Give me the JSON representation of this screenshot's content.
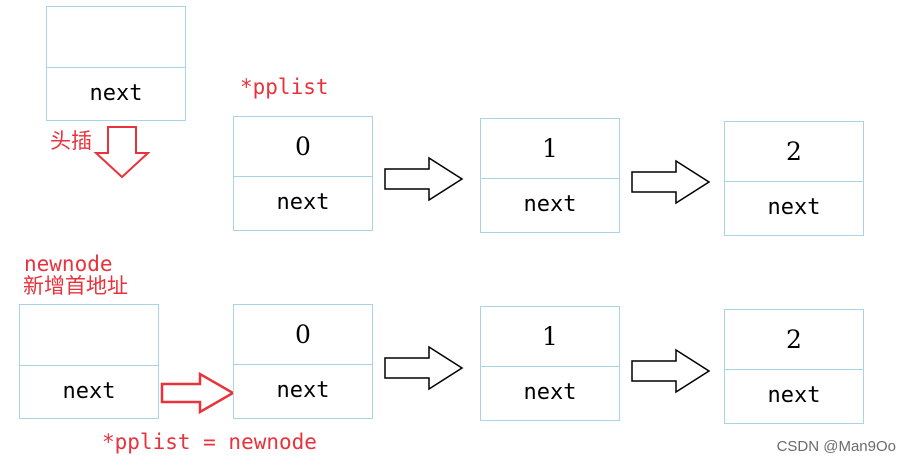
{
  "labels": {
    "head_pointer_top": "*pplist",
    "head_insert": "头插",
    "newnode_name": "newnode",
    "newnode_desc": "新增首地址",
    "assignment": "*pplist = newnode"
  },
  "top_row": {
    "new_node": {
      "value": "",
      "next": "next"
    },
    "nodes": [
      {
        "value": "0",
        "next": "next"
      },
      {
        "value": "1",
        "next": "next"
      },
      {
        "value": "2",
        "next": "next"
      }
    ]
  },
  "bottom_row": {
    "new_node": {
      "value": "",
      "next": "next"
    },
    "nodes": [
      {
        "value": "0",
        "next": "next"
      },
      {
        "value": "1",
        "next": "next"
      },
      {
        "value": "2",
        "next": "next"
      }
    ]
  },
  "watermark": "CSDN @Man9Oo",
  "colors": {
    "node_border": "#a9d4e4",
    "label_red": "#e8323c",
    "arrow_black": "#000000"
  }
}
